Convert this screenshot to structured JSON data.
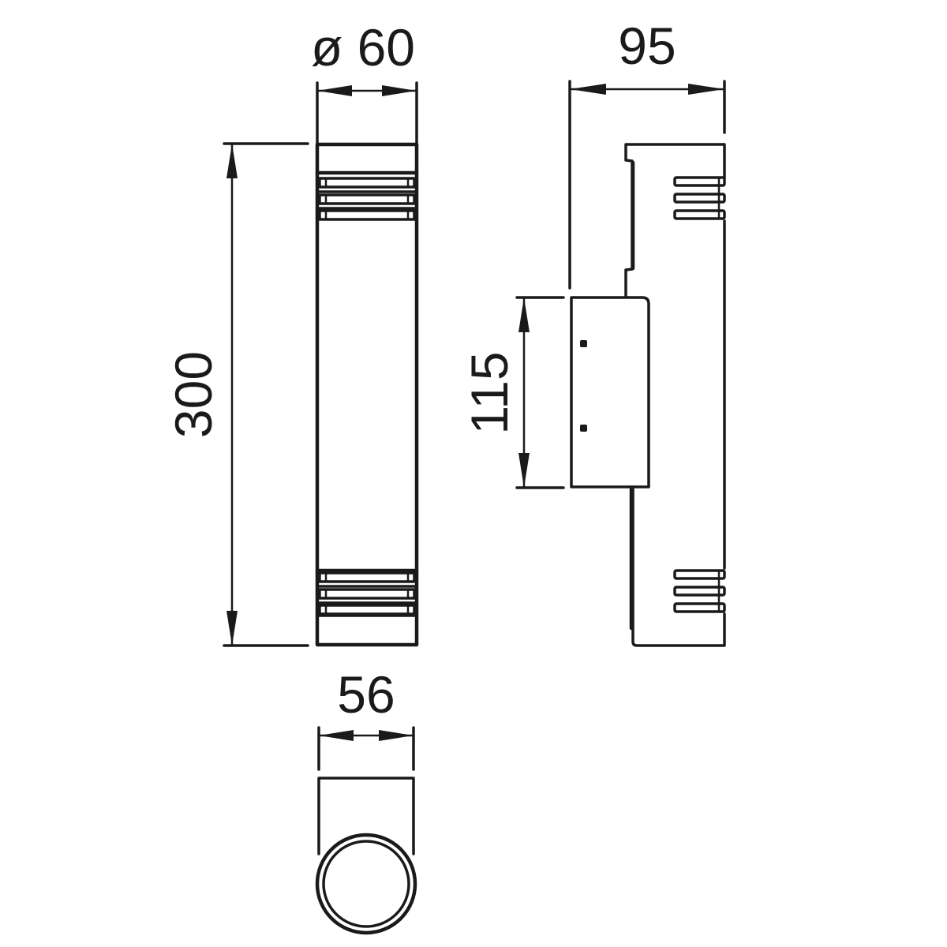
{
  "drawing": {
    "title": "Cylindrical wall luminaire dimension drawing",
    "line_color": "#1a1a1a",
    "background": "#ffffff",
    "dimensions": {
      "diameter": {
        "label": "ø 60",
        "value": 60,
        "symbol": "ø"
      },
      "height": {
        "label": "300",
        "value": 300
      },
      "projection": {
        "label": "95",
        "value": 95
      },
      "bracket": {
        "label": "115",
        "value": 115
      },
      "bottom_width": {
        "label": "56",
        "value": 56
      }
    },
    "views": [
      {
        "name": "front-view",
        "description": "Cylinder body with louvers top and bottom"
      },
      {
        "name": "side-view",
        "description": "Body with wall mounting bracket"
      },
      {
        "name": "bottom-view",
        "description": "Circular lens opening"
      }
    ]
  }
}
